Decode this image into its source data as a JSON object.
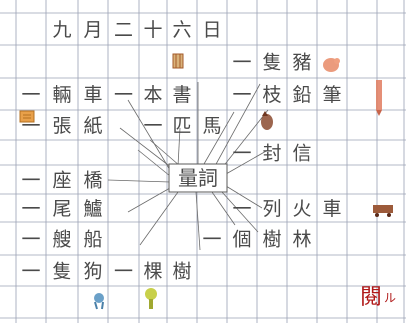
{
  "worksheet": {
    "date": [
      "九",
      "月",
      "二",
      "十",
      "六",
      "日"
    ],
    "center_word": "量詞",
    "phrases": [
      {
        "measure": "一",
        "noun": "隻豬"
      },
      {
        "measure": "一",
        "noun": "輛車"
      },
      {
        "measure": "一",
        "noun": "本書"
      },
      {
        "measure": "一",
        "noun": "枝鉛筆"
      },
      {
        "measure": "一",
        "noun": "張紙"
      },
      {
        "measure": "一",
        "noun": "匹馬"
      },
      {
        "measure": "一",
        "noun": "封信"
      },
      {
        "measure": "一",
        "noun": "座橋"
      },
      {
        "measure": "一",
        "noun": "尾鱸"
      },
      {
        "measure": "一",
        "noun": "列火車"
      },
      {
        "measure": "一",
        "noun": "艘船"
      },
      {
        "measure": "一",
        "noun": "個樹林"
      },
      {
        "measure": "一",
        "noun": "隻狗"
      },
      {
        "measure": "一",
        "noun": "棵樹"
      }
    ],
    "teacher_mark": "閱",
    "teacher_initials": "ル"
  },
  "colors": {
    "paper": "#ffffff",
    "grid": "#9aa0b4",
    "pencil": "#4a4a4a",
    "stamp": "#b01818",
    "pig": "#e88a66",
    "pencil_crayon": "#e07b5f",
    "horse": "#8b4a2f",
    "train": "#9c5a3a",
    "dog": "#6aa0c8",
    "tree": "#c8d04a"
  },
  "icons": [
    "book-icon",
    "pig-icon",
    "pencil-icon",
    "paper-icon",
    "horse-icon",
    "train-icon",
    "dog-icon",
    "tree-icon"
  ]
}
